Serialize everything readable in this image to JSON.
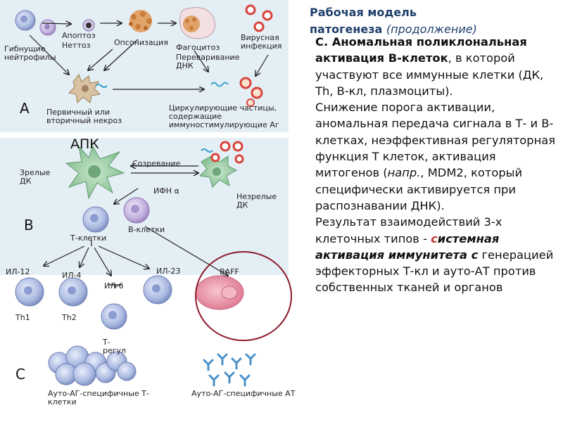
{
  "title": {
    "main": "Рабочая модель",
    "line2_bold": "патогенеза",
    "line2_paren": "(продолжение)"
  },
  "body": {
    "heading": "С. Аномальная поликлональная активация В-клеток",
    "heading_rest": ", в которой участвуют все иммунные клетки (ДК, Th, В-кл, плазмоциты).",
    "para2_a": "Снижение порога активации, аномальная  передача сигнала в Т- и В-клетках, неэффективная  регуляторная функция Т клеток, активация митогенов (",
    "para2_italic": "напр.",
    "para2_b": ", MDM2, который специфически активируется при распознавании ДНК).",
    "para3_a": "Результат взаимодействий 3-х клеточных типов - ",
    "para3_red_c": "с",
    "para3_emph": "истемная активация иммунитета  с",
    "para3_b": " генерацией эффекторных Т-кл и ауто-АТ против собственных тканей и органов"
  },
  "diagram": {
    "panel_a": {
      "letter": "A",
      "dying_neutrophils": "Гибнущие нейтрофилы",
      "apoptosis": "Апоптоз",
      "netosis": "Неттоз",
      "opsonization": "Опсонизация",
      "phagocytosis": "Фагоцитоз",
      "dna_digestion": "Переваривание ДНК",
      "viral_infection": "Вирусная инфекция",
      "necrosis": "Первичный или вторичный некроз",
      "circulating_particles": "Циркулирующие частицы, содержащие иммуностимулирующие Аг"
    },
    "panel_b": {
      "letter": "B",
      "apc": "АПК",
      "mature_dc": "Зрелые ДК",
      "maturation": "Созревание",
      "immature_dc": "Незрелые ДК",
      "ifn": "ИФН α",
      "b_cells": "В-клетки",
      "t_cells": "Т-клетки",
      "il12": "ИЛ-12",
      "il4": "ИЛ-4",
      "il6": "ИЛ-6",
      "il23": "ИЛ-23",
      "baff": "BAFF",
      "th1": "Th1",
      "th2": "Th2",
      "treg": "Т-регул"
    },
    "panel_c": {
      "letter": "C",
      "auto_t": "Ауто-АГ-специфичные Т-клетки",
      "auto_ab": "Ауто-АГ-специфичные АТ"
    }
  },
  "colors": {
    "title": "#1f3f6b",
    "accent_red": "#c0392b",
    "panel_bg": "#e4eef5",
    "cell_blue": "#9fb0d8",
    "cell_purple": "#b9a6d6",
    "dc_green": "#8fc79a",
    "plasma_pink": "#e78ca2",
    "virus_red": "#d9433c",
    "antibody_blue": "#4a90c8"
  }
}
